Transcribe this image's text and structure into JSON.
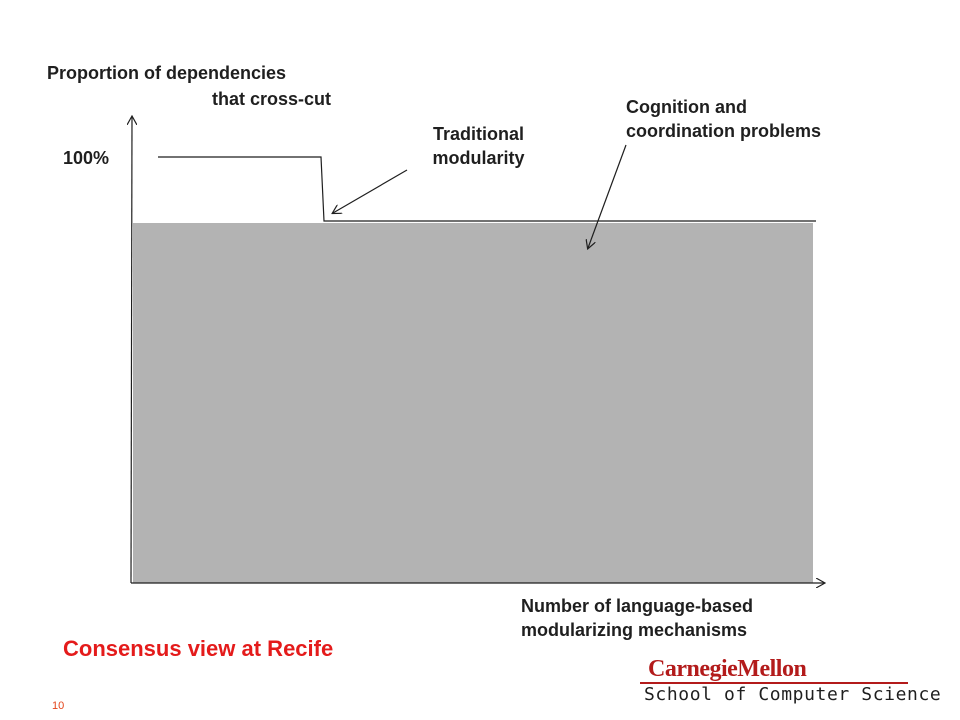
{
  "y_axis_label": {
    "line1": "Proportion of dependencies",
    "line2": "that cross-cut"
  },
  "y_tick_label": "100%",
  "annotations": {
    "traditional": {
      "line1": "Traditional",
      "line2": "modularity"
    },
    "cognition": {
      "line1": "Cognition and",
      "line2": "coordination problems"
    }
  },
  "x_axis_label": {
    "line1": "Number of language-based",
    "line2": "modularizing mechanisms"
  },
  "caption": "Consensus view at Recife",
  "slide_number": "10",
  "logo": {
    "name": "CarnegieMellon",
    "subtitle": "School of Computer Science"
  },
  "colors": {
    "region_fill": "#b3b3b3",
    "caption": "#e41b1b",
    "logo": "#b31b1b",
    "text": "#1f1f1f"
  }
}
